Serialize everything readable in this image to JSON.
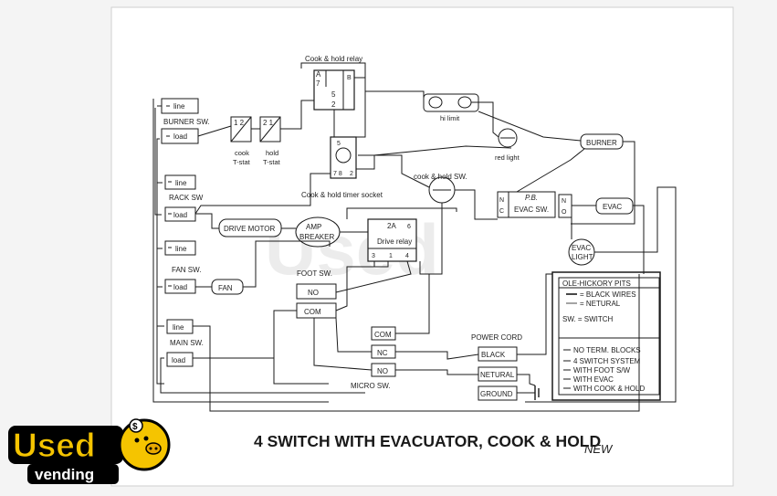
{
  "diagram": {
    "title": "4 SWITCH WITH EVACUATOR, COOK & HOLD",
    "note": "NEW",
    "labels": {
      "cook_hold_relay": "Cook & hold relay",
      "relay_a": "A",
      "relay_b": "B",
      "relay_7": "7",
      "relay_5": "5",
      "relay_2": "2",
      "line1": "line",
      "burner_sw": "BURNER SW.",
      "load1": "load",
      "cook_tstat_a": "cook",
      "cook_tstat_b": "T-stat",
      "hold_tstat_a": "hold",
      "hold_tstat_b": "T-stat",
      "tstat_num_12": "1 2",
      "tstat_num_21": "2 1",
      "hi_limit": "hi limit",
      "red_light": "red light",
      "burner": "BURNER",
      "socket_5": "5",
      "socket_78": "7 8",
      "socket_2": "2",
      "cook_hold_sw": "cook & hold SW.",
      "cook_hold_timer_socket": "Cook & hold timer socket",
      "line2": "line",
      "rack_sw": "RACK SW",
      "load2": "load",
      "pb_evac_sw_a": "P.B.",
      "pb_evac_sw_b": "EVAC SW.",
      "n_label": "N",
      "c_label": "C",
      "n2_label": "N",
      "o_label": "O",
      "evac": "EVAC",
      "drive_motor": "DRIVE MOTOR",
      "amp_breaker_a": "AMP",
      "amp_breaker_b": "BREAKER",
      "drive_relay": "Drive relay",
      "relay_2a": "2A",
      "relay_6": "6",
      "relay_3": "3",
      "relay_1": "1",
      "relay_4": "4",
      "evac_light_a": "EVAC",
      "evac_light_b": "LIGHT",
      "line3": "line",
      "fan_sw": "FAN SW.",
      "load3": "load",
      "fan": "FAN",
      "foot_sw": "FOOT SW.",
      "no1": "NO",
      "com1": "COM",
      "line4": "line",
      "main_sw": "MAIN SW.",
      "load4": "load",
      "com2": "COM",
      "nc": "NC",
      "no2": "NO",
      "micro_sw": "MICRO SW.",
      "power_cord": "POWER CORD",
      "black": "BLACK",
      "netural": "NETURAL",
      "ground": "GROUND"
    },
    "legend": {
      "header": "OLE-HICKORY PITS",
      "black_wires": "= BLACK WIRES",
      "netural": "= NETURAL",
      "sw_switch": "SW. = SWITCH",
      "no_term_blocks": "NO TERM. BLOCKS",
      "switch_system": "4 SWITCH SYSTEM",
      "with_foot_sw": "WITH FOOT S/W",
      "with_evac": "WITH EVAC",
      "with_cook_hold": "WITH COOK & HOLD"
    }
  },
  "logo": {
    "text": "Used",
    "subtext": "vending",
    "color": "#f5c400"
  }
}
